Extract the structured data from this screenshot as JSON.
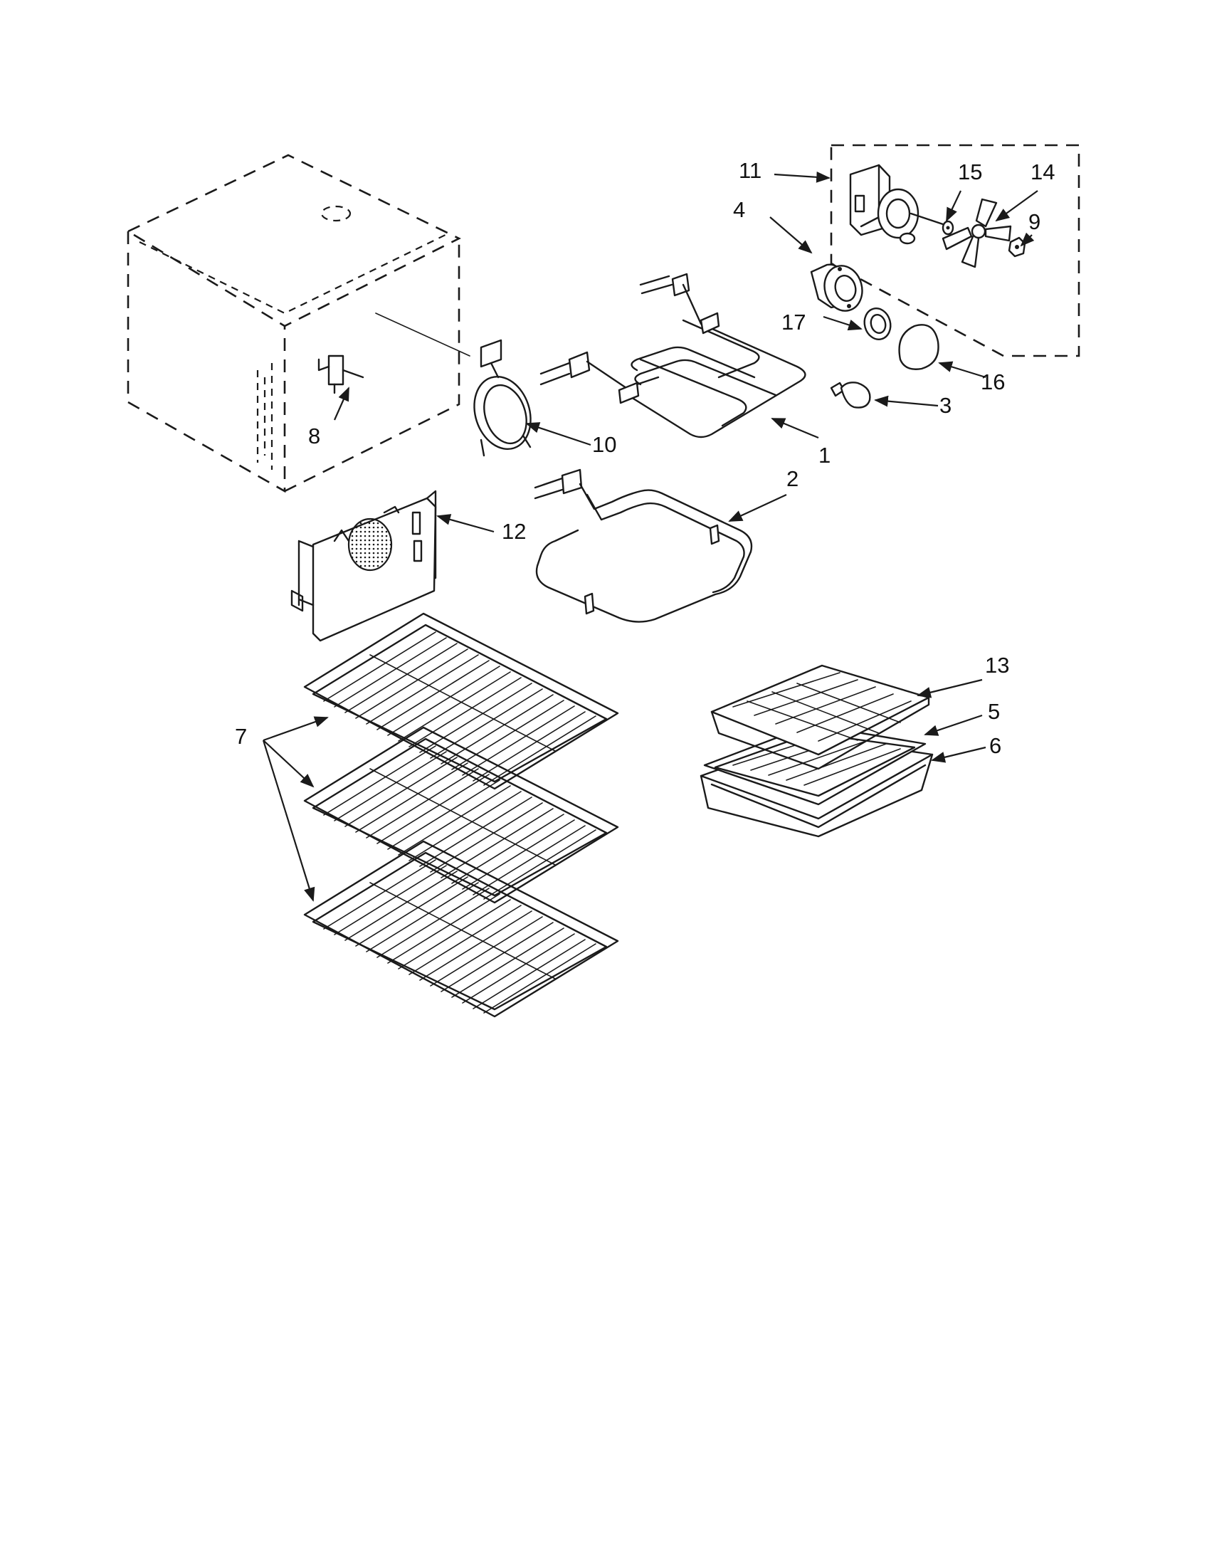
{
  "callouts": [
    {
      "id": "1",
      "label": "1"
    },
    {
      "id": "2",
      "label": "2"
    },
    {
      "id": "3",
      "label": "3"
    },
    {
      "id": "4",
      "label": "4"
    },
    {
      "id": "5",
      "label": "5"
    },
    {
      "id": "6",
      "label": "6"
    },
    {
      "id": "7",
      "label": "7"
    },
    {
      "id": "8",
      "label": "8"
    },
    {
      "id": "9",
      "label": "9"
    },
    {
      "id": "10",
      "label": "10"
    },
    {
      "id": "11",
      "label": "11"
    },
    {
      "id": "12",
      "label": "12"
    },
    {
      "id": "13",
      "label": "13"
    },
    {
      "id": "14",
      "label": "14"
    },
    {
      "id": "15",
      "label": "15"
    },
    {
      "id": "16",
      "label": "16"
    },
    {
      "id": "17",
      "label": "17"
    }
  ],
  "parts": [
    {
      "callout": "1",
      "name": "bake-element-icon"
    },
    {
      "callout": "2",
      "name": "broil-element-icon"
    },
    {
      "callout": "3",
      "name": "light-bulb-icon"
    },
    {
      "callout": "4",
      "name": "light-socket-icon"
    },
    {
      "callout": "5",
      "name": "broiler-grid-icon"
    },
    {
      "callout": "6",
      "name": "broiler-pan-icon"
    },
    {
      "callout": "7",
      "name": "oven-rack-icon"
    },
    {
      "callout": "8",
      "name": "sensor-probe-icon"
    },
    {
      "callout": "9",
      "name": "fan-nut-icon"
    },
    {
      "callout": "10",
      "name": "convection-element-icon"
    },
    {
      "callout": "11",
      "name": "fan-motor-icon"
    },
    {
      "callout": "12",
      "name": "baffle-panel-icon"
    },
    {
      "callout": "13",
      "name": "broiler-pan-insert-icon"
    },
    {
      "callout": "14",
      "name": "fan-blade-icon"
    },
    {
      "callout": "15",
      "name": "washer-icon"
    },
    {
      "callout": "16",
      "name": "light-lens-icon"
    },
    {
      "callout": "17",
      "name": "lens-gasket-icon"
    }
  ],
  "colors": {
    "ink": "#1a1a1a",
    "paper": "#ffffff"
  }
}
